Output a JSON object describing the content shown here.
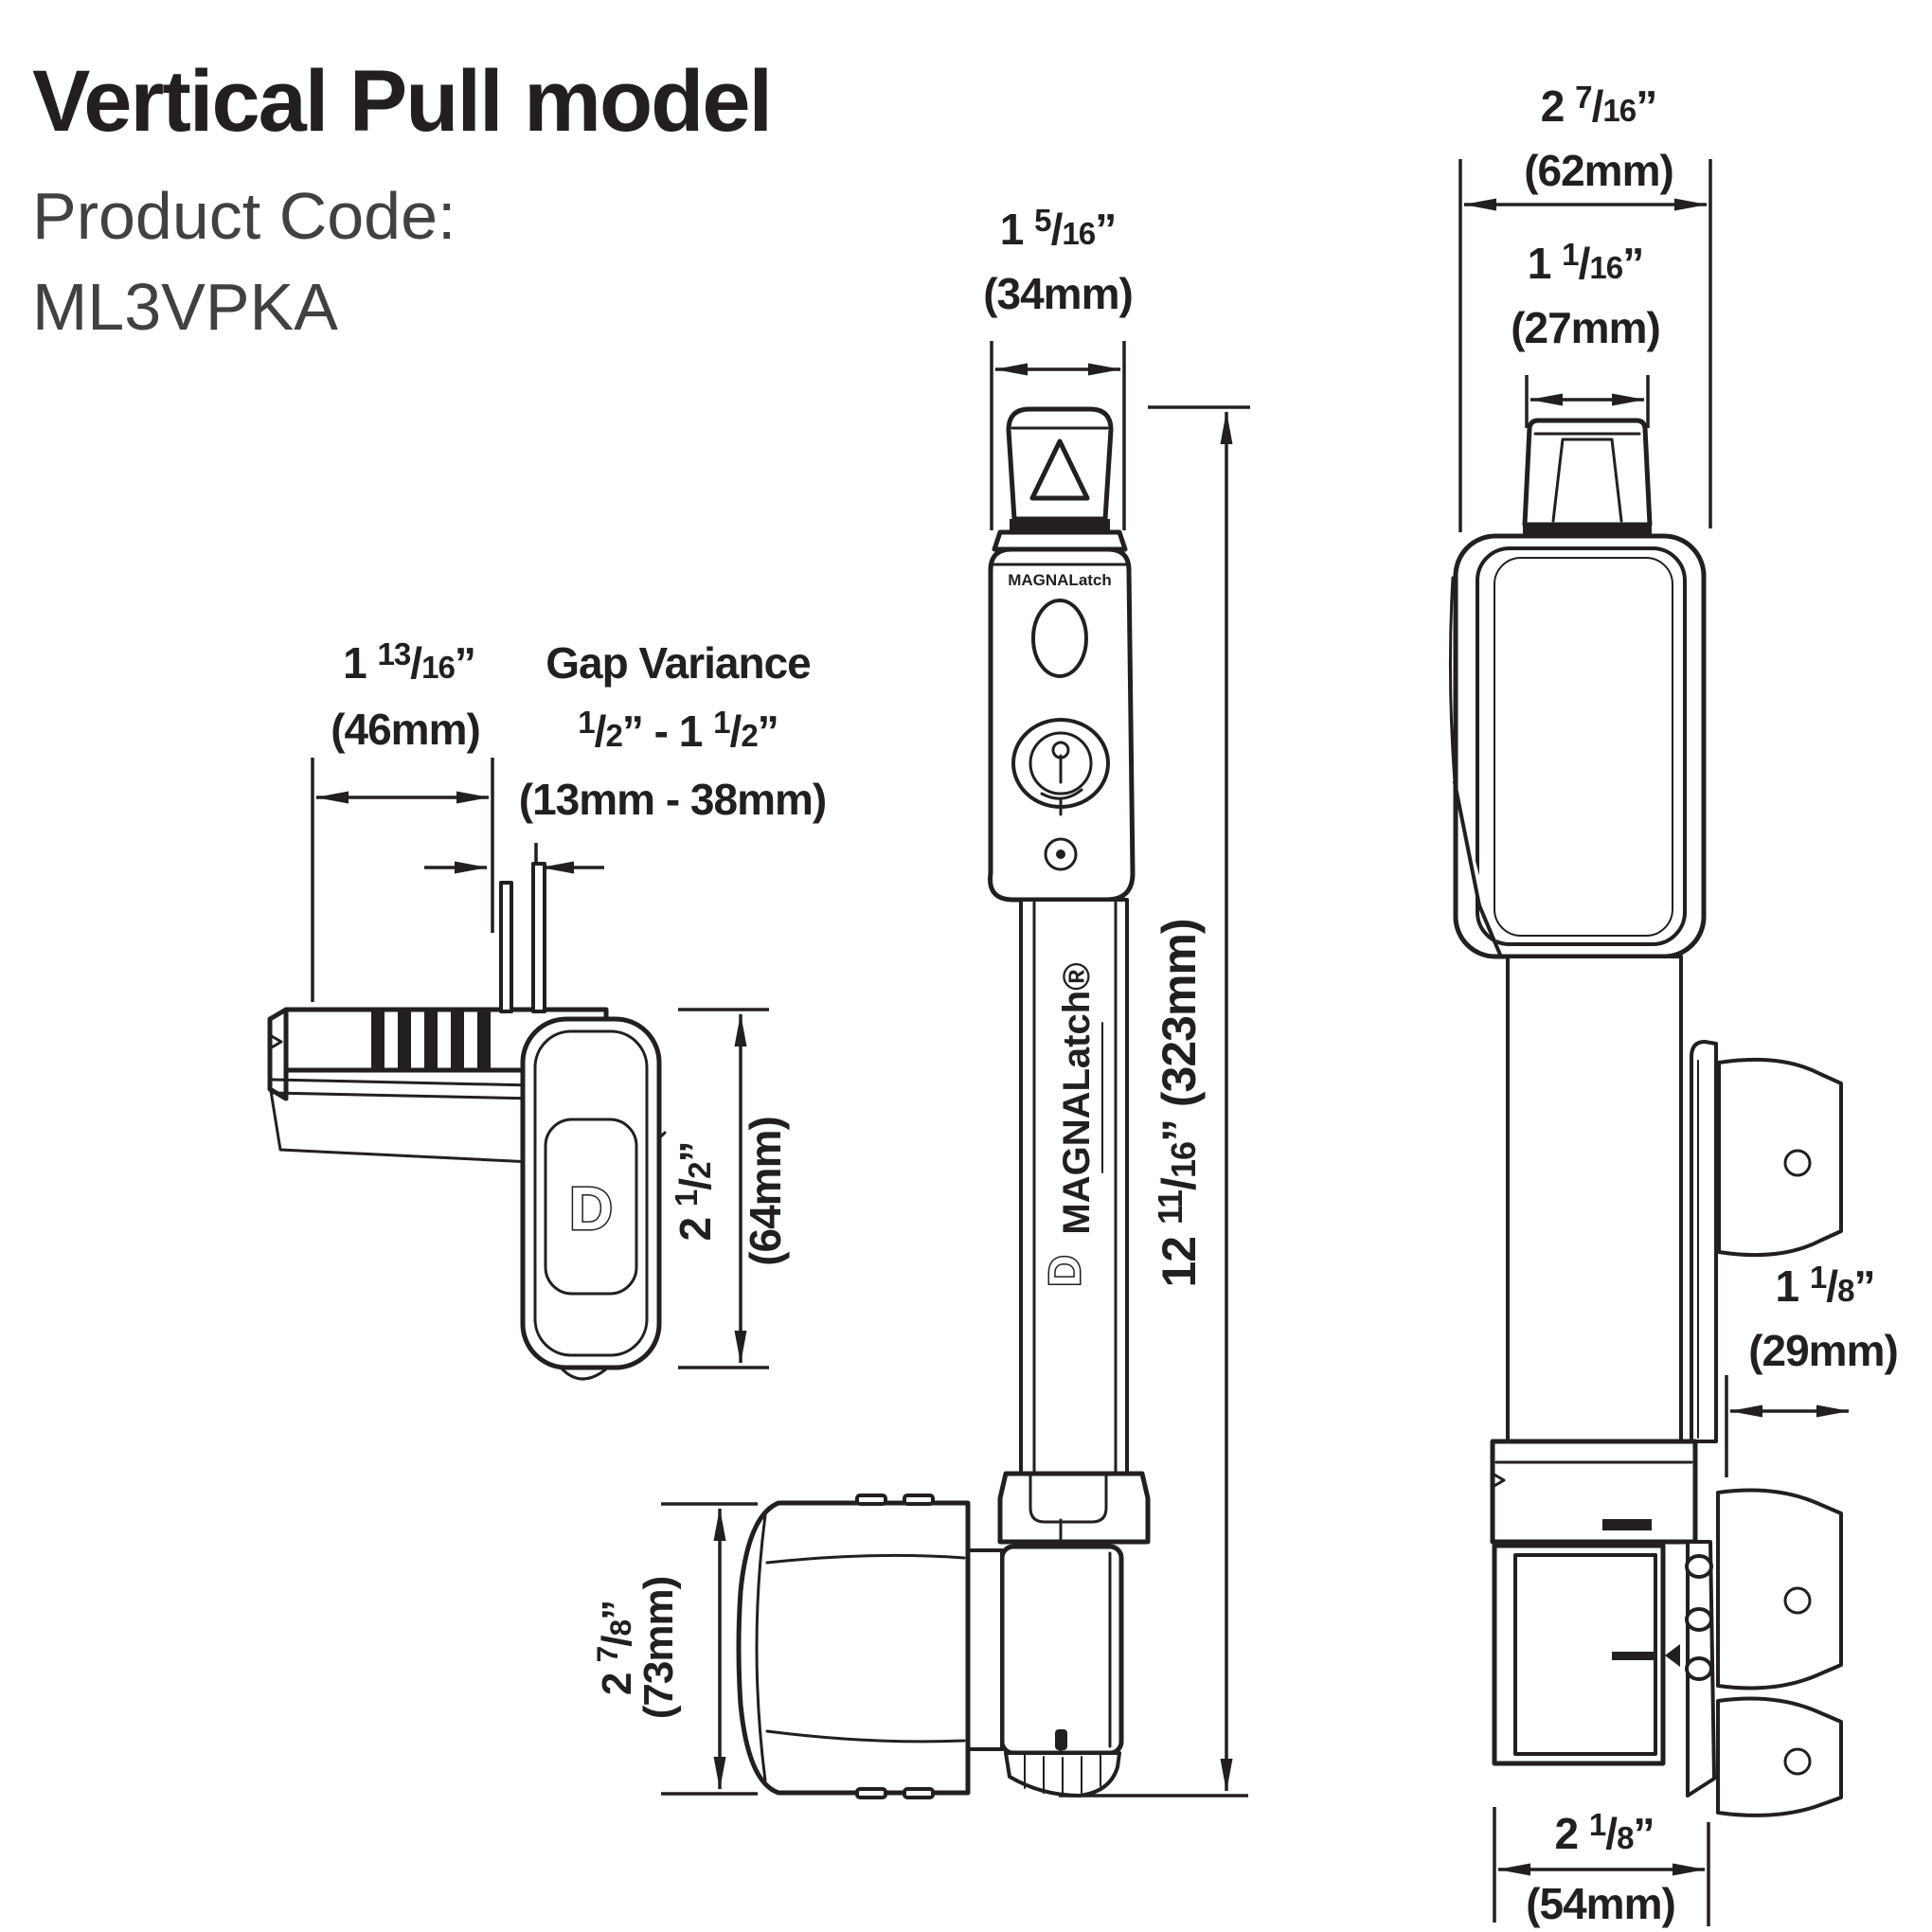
{
  "page": {
    "background": "#ffffff",
    "ink_color": "#231f20",
    "text_color": "#414042"
  },
  "header": {
    "title": "Vertical Pull model",
    "product_code_label": "Product Code:",
    "product_code": "ML3VPKA"
  },
  "top_view": {
    "width_in": "1 13/16”",
    "width_mm": "(46mm)",
    "gap_title": "Gap Variance",
    "gap_range_in": "1/2” - 1 1/2”",
    "gap_range_mm": "(13mm - 38mm)",
    "depth_in": "2 1/2”",
    "depth_mm": "(64mm)",
    "logo": "D"
  },
  "front_view": {
    "knob_width_in": "1 5/16”",
    "knob_width_mm": "(34mm)",
    "height_label": "12 11/16” (323mm)",
    "magnet_height_in": "2 7/8”",
    "magnet_height_mm": "(73mm)",
    "brand": "MAGNALatch",
    "brand_vertical": "MAGNALatch®",
    "logo": "D"
  },
  "side_view": {
    "body_width_in": "2 7/16”",
    "body_width_mm": "(62mm)",
    "knob_width_in": "1 1/16”",
    "knob_width_mm": "(27mm)",
    "offset_in": "1 1/8”",
    "offset_mm": "(29mm)",
    "base_width_in": "2 1/8”",
    "base_width_mm": "(54mm)"
  }
}
